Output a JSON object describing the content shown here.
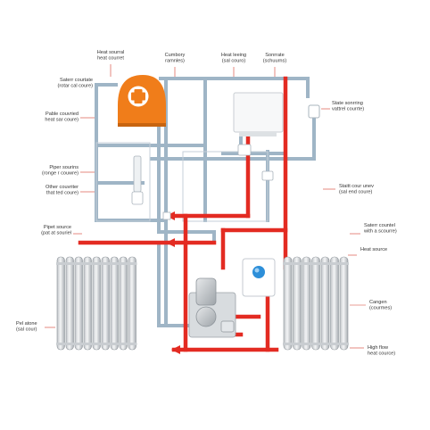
{
  "colors": {
    "hot_pipe": "#e32b22",
    "cold_pipe": "#9fb5c6",
    "cold_pipe_edge": "#7f98ab",
    "boiler": "#f07d1a",
    "label_text": "#333333",
    "leader": "#d23a2a"
  },
  "icons": {
    "boiler_symbol": "plus-cross-icon",
    "tank_indicator": "blue-dot-icon"
  },
  "labels": {
    "l01": [
      "Heat sourral",
      "heat courret"
    ],
    "l02": [
      "Cumbory",
      "ramnles)"
    ],
    "l03": [
      "Heat leeing",
      "(sal couro)"
    ],
    "l04": [
      "Sonrrate",
      "(schuurns)"
    ],
    "l05": [
      "Saterr courtate",
      "(rotar cal coure)"
    ],
    "l06": [
      "State sonrring",
      "vattrel courrte)"
    ],
    "l07": [
      "Pable couvried",
      "heat sar coure)"
    ],
    "l08": [
      "Piper sourins",
      "(ronge r couwre)"
    ],
    "l09": [
      "Other couvriter",
      "that ted coure)"
    ],
    "l10": [
      "Staitt cour unev",
      "(sal end coure)"
    ],
    "l11": [
      "Pipet source",
      "(pat at souriel"
    ],
    "l12": [
      "Saterr countel",
      "with a scourre)"
    ],
    "l13": [
      "Heat source"
    ],
    "l14": [
      "Cangen",
      "(courmes)"
    ],
    "l15": [
      "Pel atone",
      "(sal cour)"
    ],
    "l16": [
      "High flow",
      "heat cource)"
    ]
  }
}
